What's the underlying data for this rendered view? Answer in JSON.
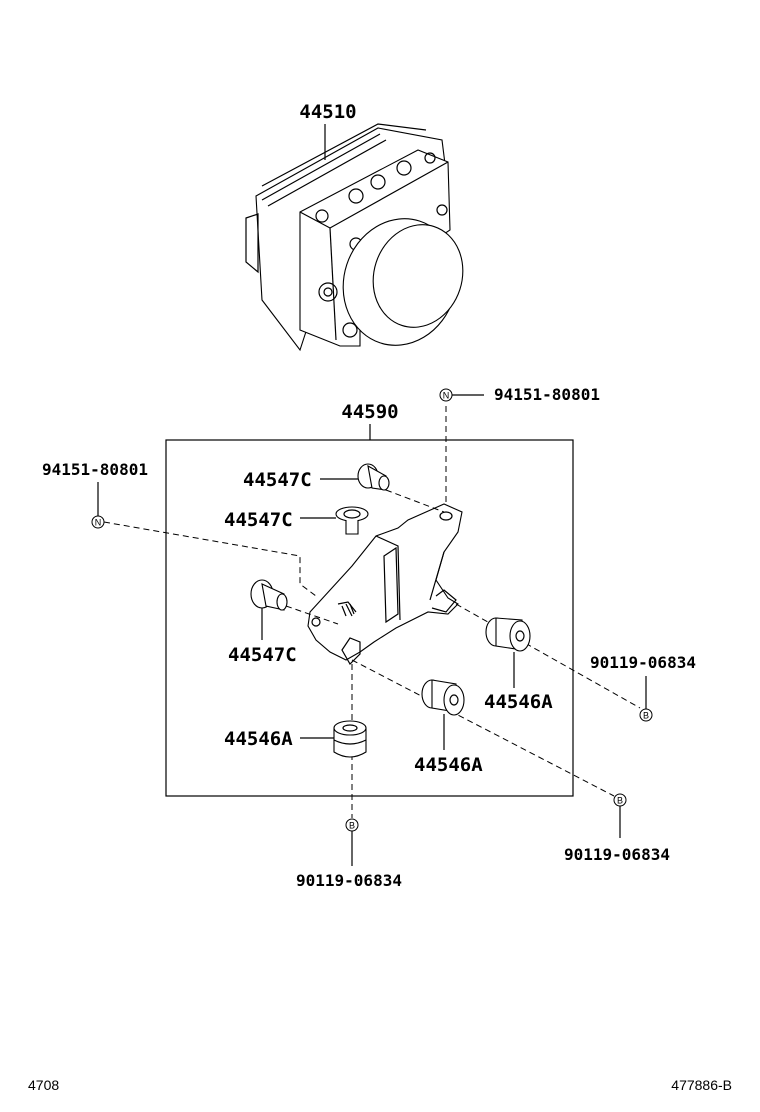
{
  "parts": {
    "hydraulic_unit": "44510",
    "bracket_assy": "44590",
    "bolt_1": "94151-80801",
    "bolt_2": "94151-80801",
    "collar_1": "44547C",
    "collar_2": "44547C",
    "collar_3": "44547C",
    "cushion_1": "44546A",
    "cushion_2": "44546A",
    "cushion_3": "44546A",
    "nut_1": "90119-06834",
    "nut_2": "90119-06834",
    "nut_3": "90119-06834"
  },
  "markers": {
    "n": "N",
    "b": "B"
  },
  "footer": {
    "page_no": "4708",
    "illustration_id": "477886-B"
  }
}
